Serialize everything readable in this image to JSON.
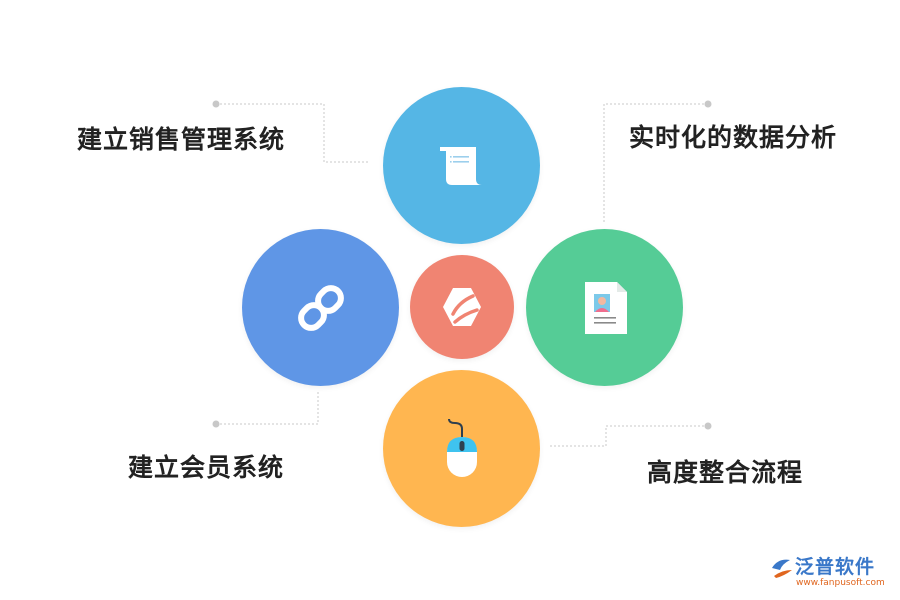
{
  "items": [
    {
      "id": "top",
      "label": "建立销售管理系统",
      "color": "#55b6e5",
      "icon": "scroll-icon"
    },
    {
      "id": "right",
      "label": "实时化的数据分析",
      "color": "#55cc96",
      "icon": "profile-document-icon"
    },
    {
      "id": "left",
      "label": "建立会员系统",
      "color": "#5f96e6",
      "icon": "link-icon"
    },
    {
      "id": "bottom",
      "label": "高度整合流程",
      "color": "#ffb650",
      "icon": "mouse-icon"
    }
  ],
  "center": {
    "color": "#f08472",
    "icon": "brand-icon"
  },
  "connector_color": "#c8c8c8",
  "watermark": {
    "name": "泛普软件",
    "url": "www.fanpusoft.com",
    "name_color": "#3a78c9",
    "url_color": "#e0661f"
  }
}
